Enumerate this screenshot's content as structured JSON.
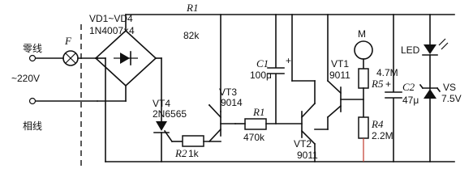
{
  "labels": {
    "neutral": "零线",
    "live": "相线",
    "fuse": "F",
    "voltage": "~220V",
    "bridge": "VD1~VD4",
    "bridge_part": "1N4007×4",
    "r1_top": "R1",
    "r1_top_val": "82k",
    "cap1": "C1",
    "cap1_val": "100μ",
    "vt3": "VT3",
    "vt3_part": "9014",
    "vt4": "VT4",
    "vt4_part": "2N6565",
    "r2": "R2",
    "r2_val": "1k",
    "r1_mid": "R1",
    "r1_mid_val": "470k",
    "vt2": "VT2",
    "vt2_part": "9011",
    "vt1": "VT1",
    "vt1_part": "9011",
    "motor": "M",
    "r5": "R5",
    "r5_val": "4.7M",
    "r4": "R4",
    "r4_val": "2.2M",
    "c2": "C2",
    "c2_val": "47μ",
    "led": "LED",
    "vs": "VS",
    "vs_val": "7.5V",
    "plus": "+"
  }
}
